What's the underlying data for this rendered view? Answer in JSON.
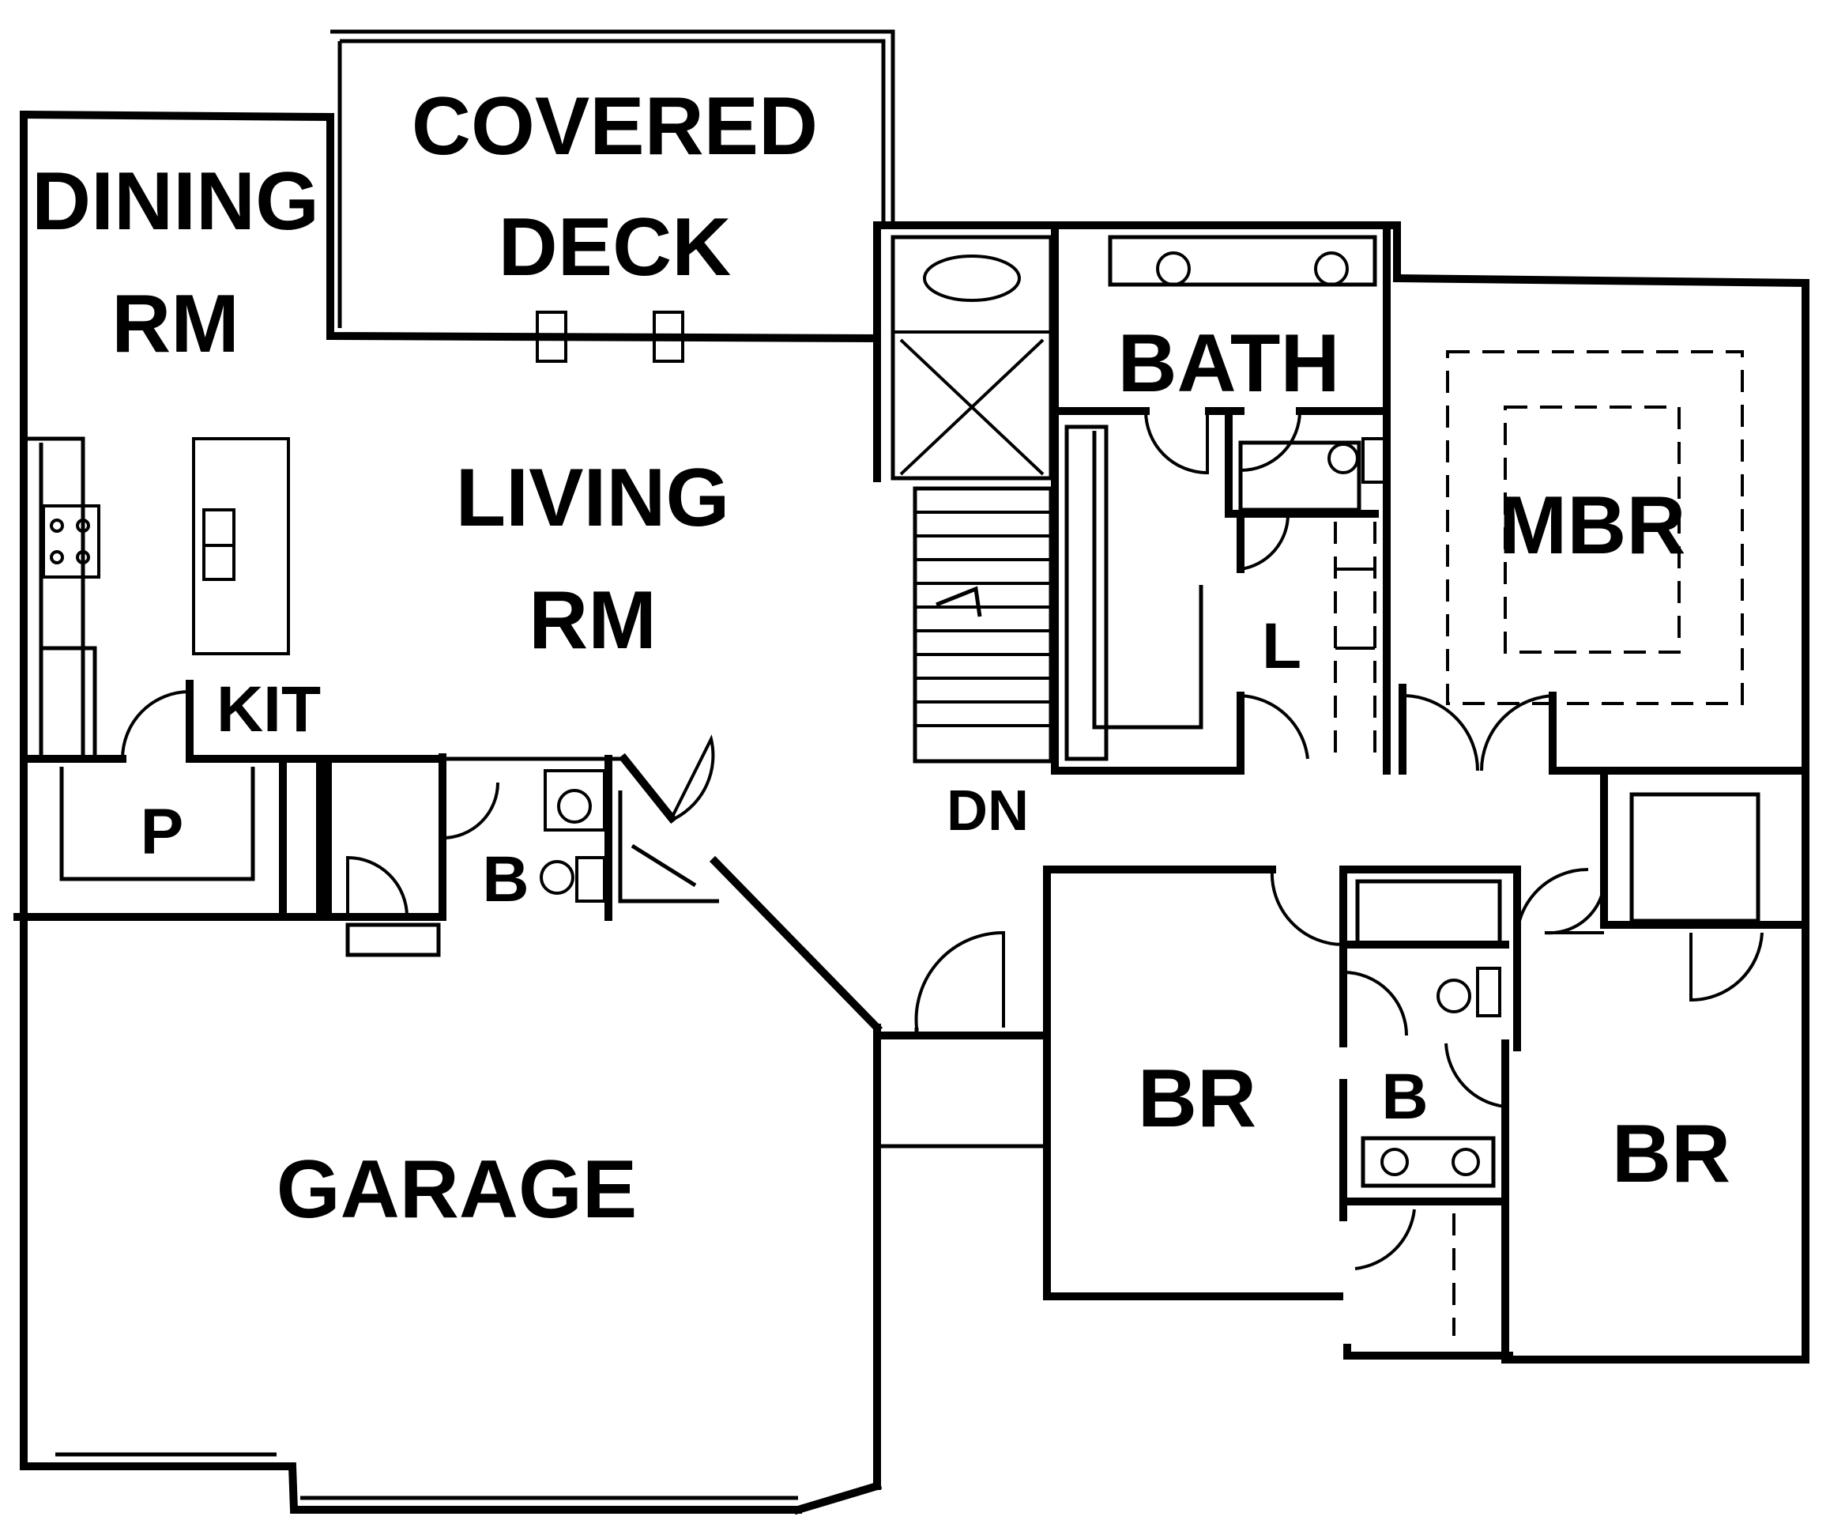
{
  "rooms": {
    "covered_deck": {
      "line1": "COVERED",
      "line2": "DECK"
    },
    "dining_rm": {
      "line1": "DINING",
      "line2": "RM"
    },
    "living_rm": {
      "line1": "LIVING",
      "line2": "RM"
    },
    "kit": "KIT",
    "p": "P",
    "b_half": "B",
    "bath": "BATH",
    "l": "L",
    "mbr": "MBR",
    "dn": "DN",
    "br_left": "BR",
    "b_hall": "B",
    "br_right": "BR",
    "garage": "GARAGE"
  }
}
